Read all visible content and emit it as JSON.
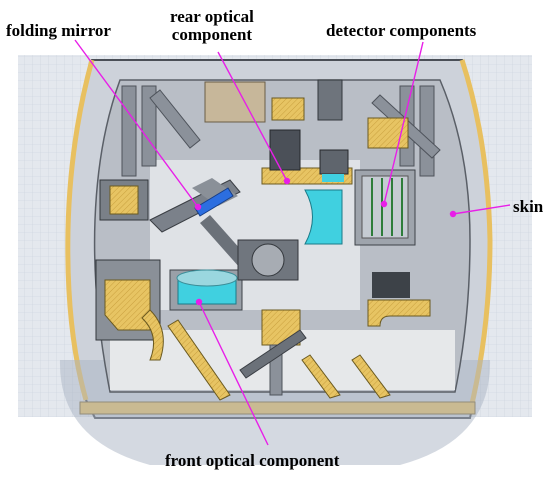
{
  "labels": {
    "folding_mirror": "folding mirror",
    "rear_optical_line1": "rear optical",
    "rear_optical_line2": "component",
    "detector_components": "detector components",
    "skin": "skin",
    "front_optical_component": "front optical component"
  },
  "colors": {
    "leader_line": "#e81ee8",
    "marker": "#e81ee8",
    "skin_gold": "#e8c060",
    "structure_gray": "#9aa0a8",
    "lens_cyan": "#40d0e0",
    "mirror_blue": "#2c6ee0",
    "grid_bg": "#e4e8ee"
  }
}
